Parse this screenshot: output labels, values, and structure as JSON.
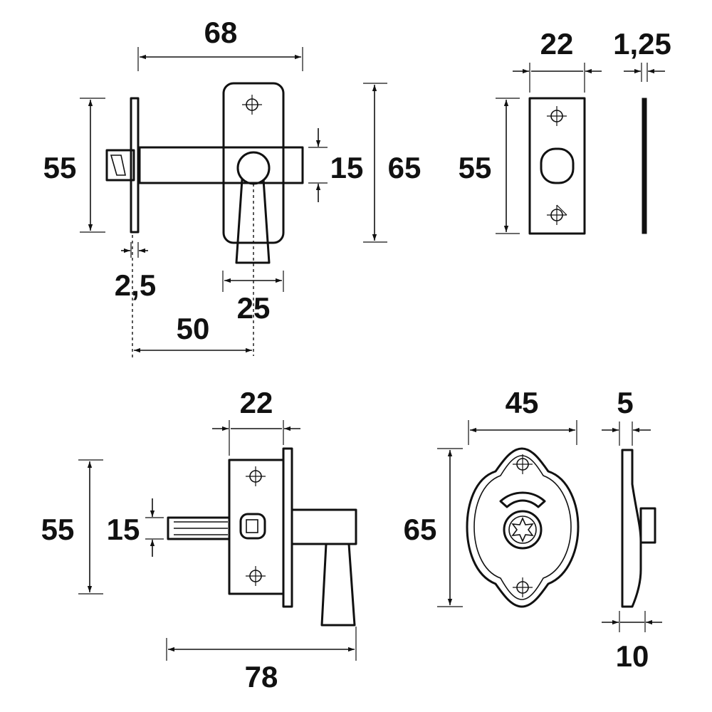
{
  "dimensions": {
    "top_left_width": "68",
    "top_left_height": "55",
    "top_left_bolt": "15",
    "top_left_total": "65",
    "top_left_plate": "2,5",
    "top_left_handle": "25",
    "top_left_backset": "50",
    "top_right_width": "22",
    "top_right_thickness": "1,25",
    "top_right_height": "55",
    "bottom_left_width": "22",
    "bottom_left_height": "55",
    "bottom_left_bolt": "15",
    "bottom_left_length": "78",
    "bottom_right_width": "45",
    "bottom_right_height": "65",
    "bottom_right_depth": "5",
    "bottom_right_total": "10"
  }
}
